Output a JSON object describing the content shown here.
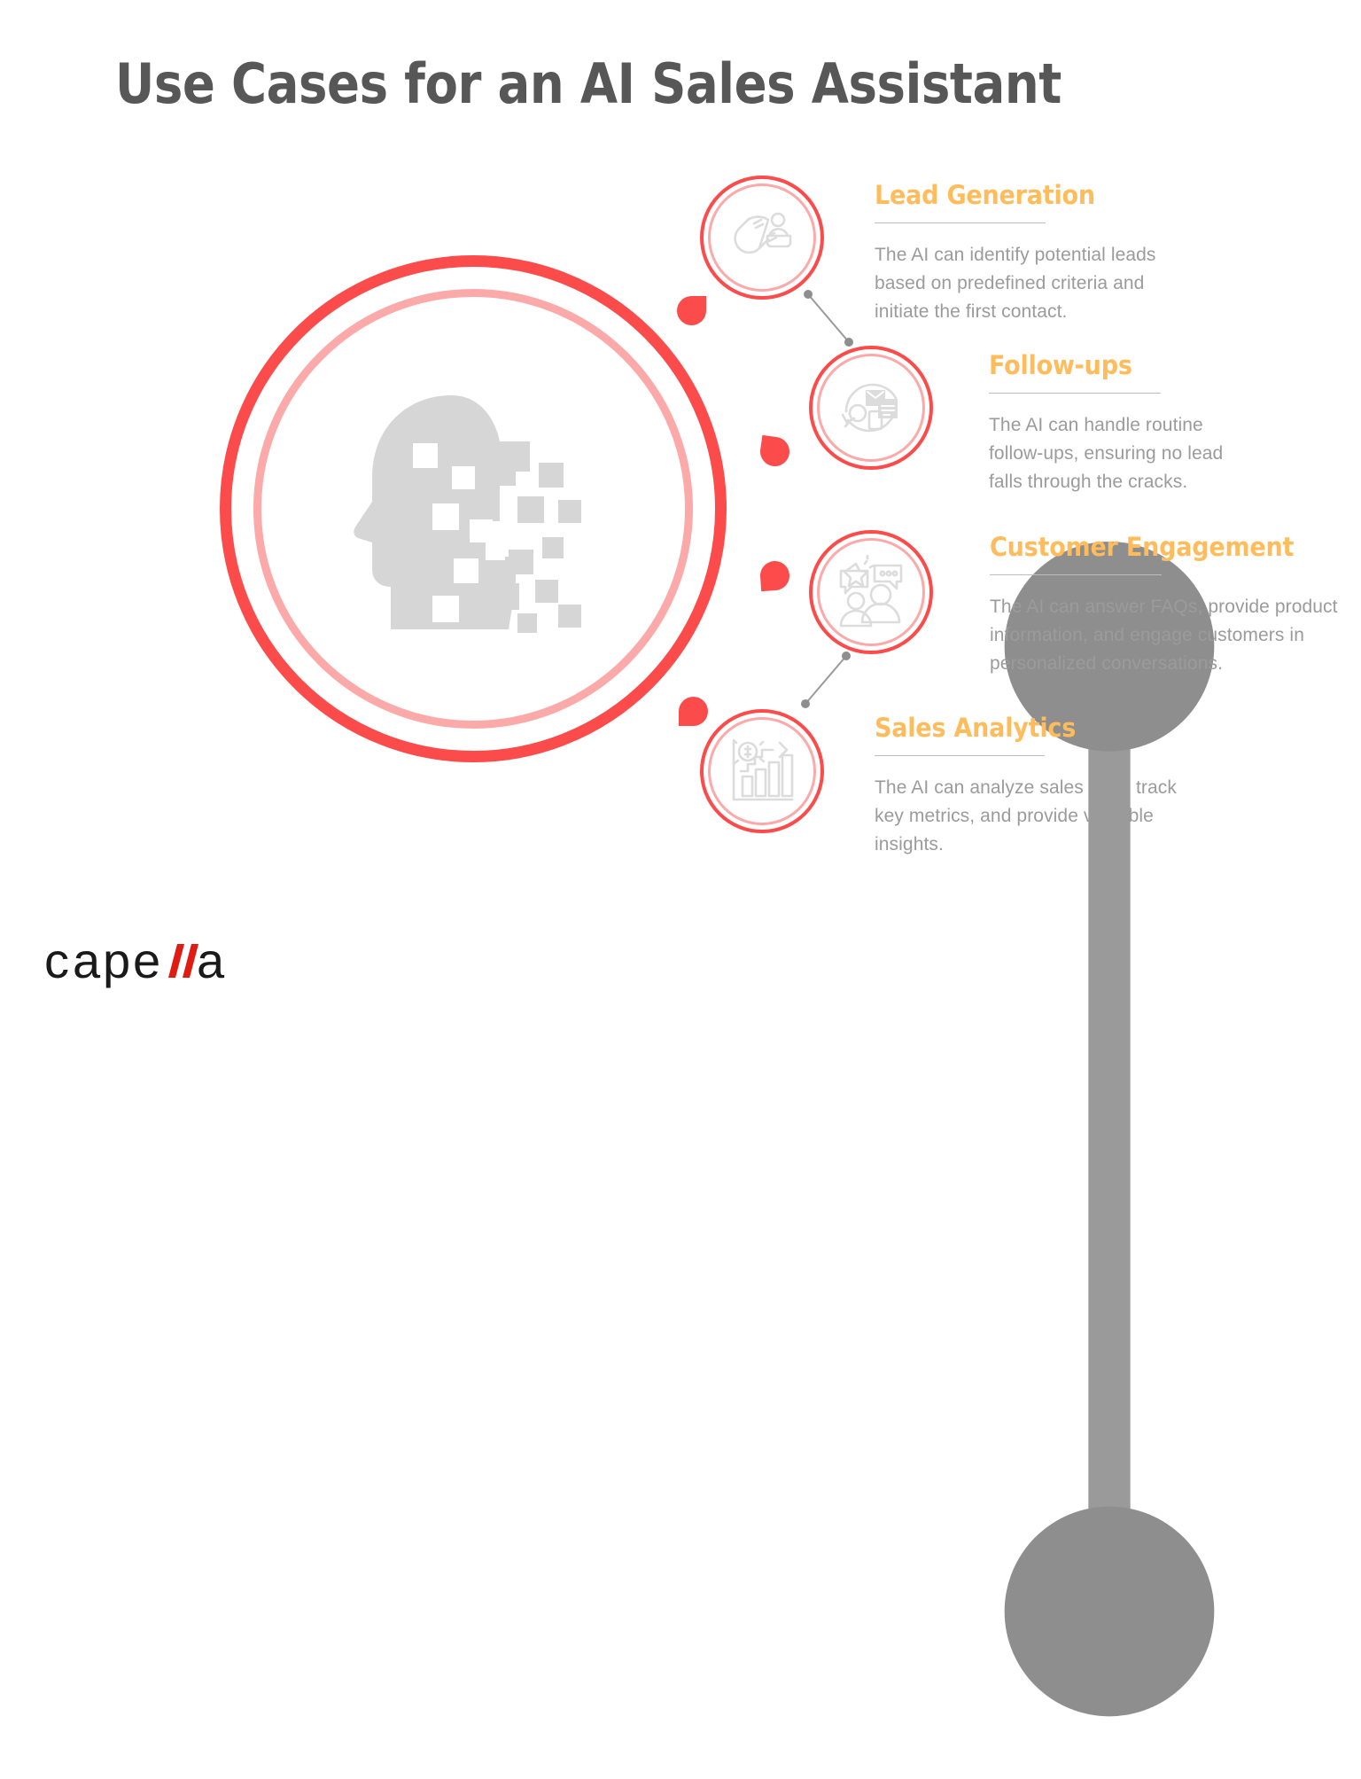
{
  "title": "Use Cases for an AI Sales Assistant",
  "colors": {
    "red": "#FB4B4B",
    "pink": "#FCA9A9",
    "orange": "#FFBC5C",
    "title_gray": "#575757",
    "body_gray": "#9b9b9b",
    "icon_gray": "#d5d5d5",
    "connector_gray": "#9a9a9a"
  },
  "hero": {
    "icon": "pixelated-head-profile-icon"
  },
  "sections": [
    {
      "icon": "magnet-lead-icon",
      "heading": "Lead Generation",
      "body_lines": [
        "The AI can identify potential leads",
        "based on predefined criteria and",
        "initiate the first contact."
      ]
    },
    {
      "icon": "email-search-refresh-icon",
      "heading": "Follow-ups",
      "body_lines": [
        "The AI can handle routine",
        "follow-ups, ensuring no lead",
        "falls through the cracks."
      ]
    },
    {
      "icon": "people-speech-bubbles-icon",
      "heading": "Customer Engagement",
      "body_lines": [
        "The AI can answer FAQs, provide product",
        "information, and engage customers in",
        "personalized conversations."
      ]
    },
    {
      "icon": "bar-chart-growth-dollar-icon",
      "heading": "Sales Analytics",
      "body_lines": [
        "The AI can analyze sales data, track",
        "key metrics, and provide valuable",
        "insights."
      ]
    }
  ],
  "logo": {
    "text": "capella",
    "accent_letters": "ll"
  }
}
